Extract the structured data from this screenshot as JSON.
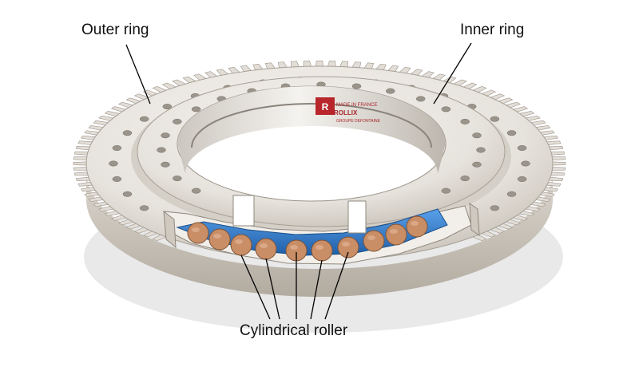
{
  "labels": {
    "outer_ring": "Outer ring",
    "inner_ring": "Inner ring",
    "roller": "Cylindrical roller"
  },
  "stamp": {
    "made_in": "MADE IN FRANCE",
    "brand": "ROLLIX",
    "group": "GROUPE DEFONTAINE"
  },
  "colors": {
    "steel": "#ece8e2",
    "steel_shadow": "#bdb7ae",
    "raceway": "#2f7fd6",
    "roller": "#c98e66",
    "leader": "#000000",
    "stamp": "#a8262a"
  }
}
